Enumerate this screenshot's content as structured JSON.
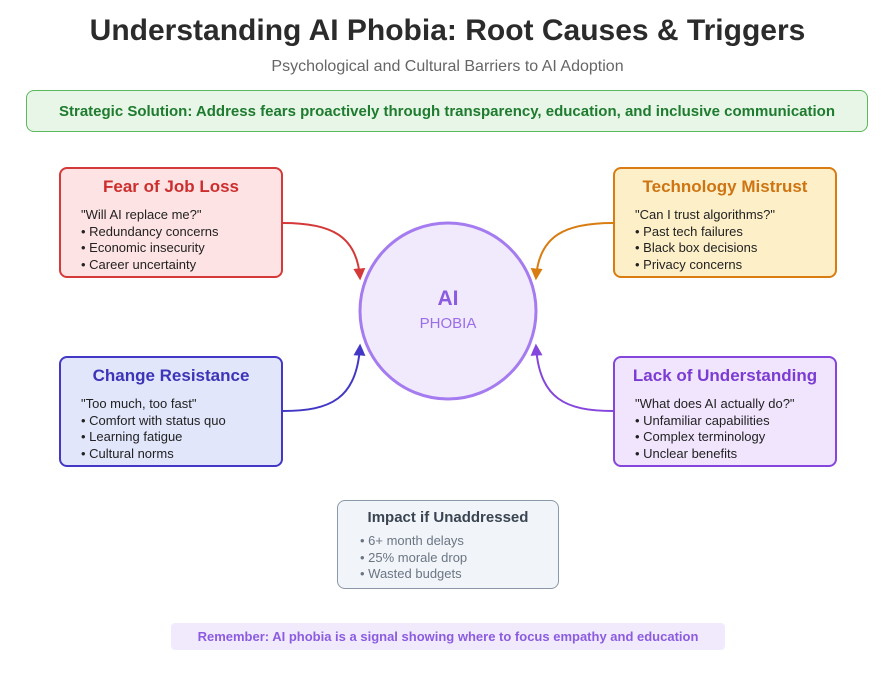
{
  "header": {
    "title": "Understanding AI Phobia: Root Causes & Triggers",
    "subtitle": "Psychological and Cultural Barriers to AI Adoption"
  },
  "banner": {
    "text": "Strategic Solution: Address fears proactively through transparency, education, and inclusive communication"
  },
  "center": {
    "title": "AI",
    "subtitle": "PHOBIA"
  },
  "cards": {
    "fear": {
      "title": "Fear of Job Loss",
      "quote": "\"Will AI replace me?\"",
      "items": [
        "• Redundancy concerns",
        "• Economic insecurity",
        "• Career uncertainty"
      ]
    },
    "tech": {
      "title": "Technology Mistrust",
      "quote": "\"Can I trust algorithms?\"",
      "items": [
        "• Past tech failures",
        "• Black box decisions",
        "• Privacy concerns"
      ]
    },
    "change": {
      "title": "Change Resistance",
      "quote": "\"Too much, too fast\"",
      "items": [
        "• Comfort with status quo",
        "• Learning fatigue",
        "• Cultural norms"
      ]
    },
    "lack": {
      "title": "Lack of Understanding",
      "quote": "\"What does AI actually do?\"",
      "items": [
        "• Unfamiliar capabilities",
        "• Complex terminology",
        "• Unclear benefits"
      ]
    }
  },
  "impact": {
    "title": "Impact if Unaddressed",
    "items": [
      "• 6+ month delays",
      "• 25% morale drop",
      "• Wasted budgets"
    ]
  },
  "remember": {
    "text": "Remember: AI phobia is a signal showing where to focus empathy and education"
  },
  "colors": {
    "fear": "#d43a3a",
    "tech": "#d97d12",
    "change": "#4338c6",
    "lack": "#8446dc",
    "center_fill": "#f1eafd",
    "center_stroke": "#a57bf0"
  }
}
